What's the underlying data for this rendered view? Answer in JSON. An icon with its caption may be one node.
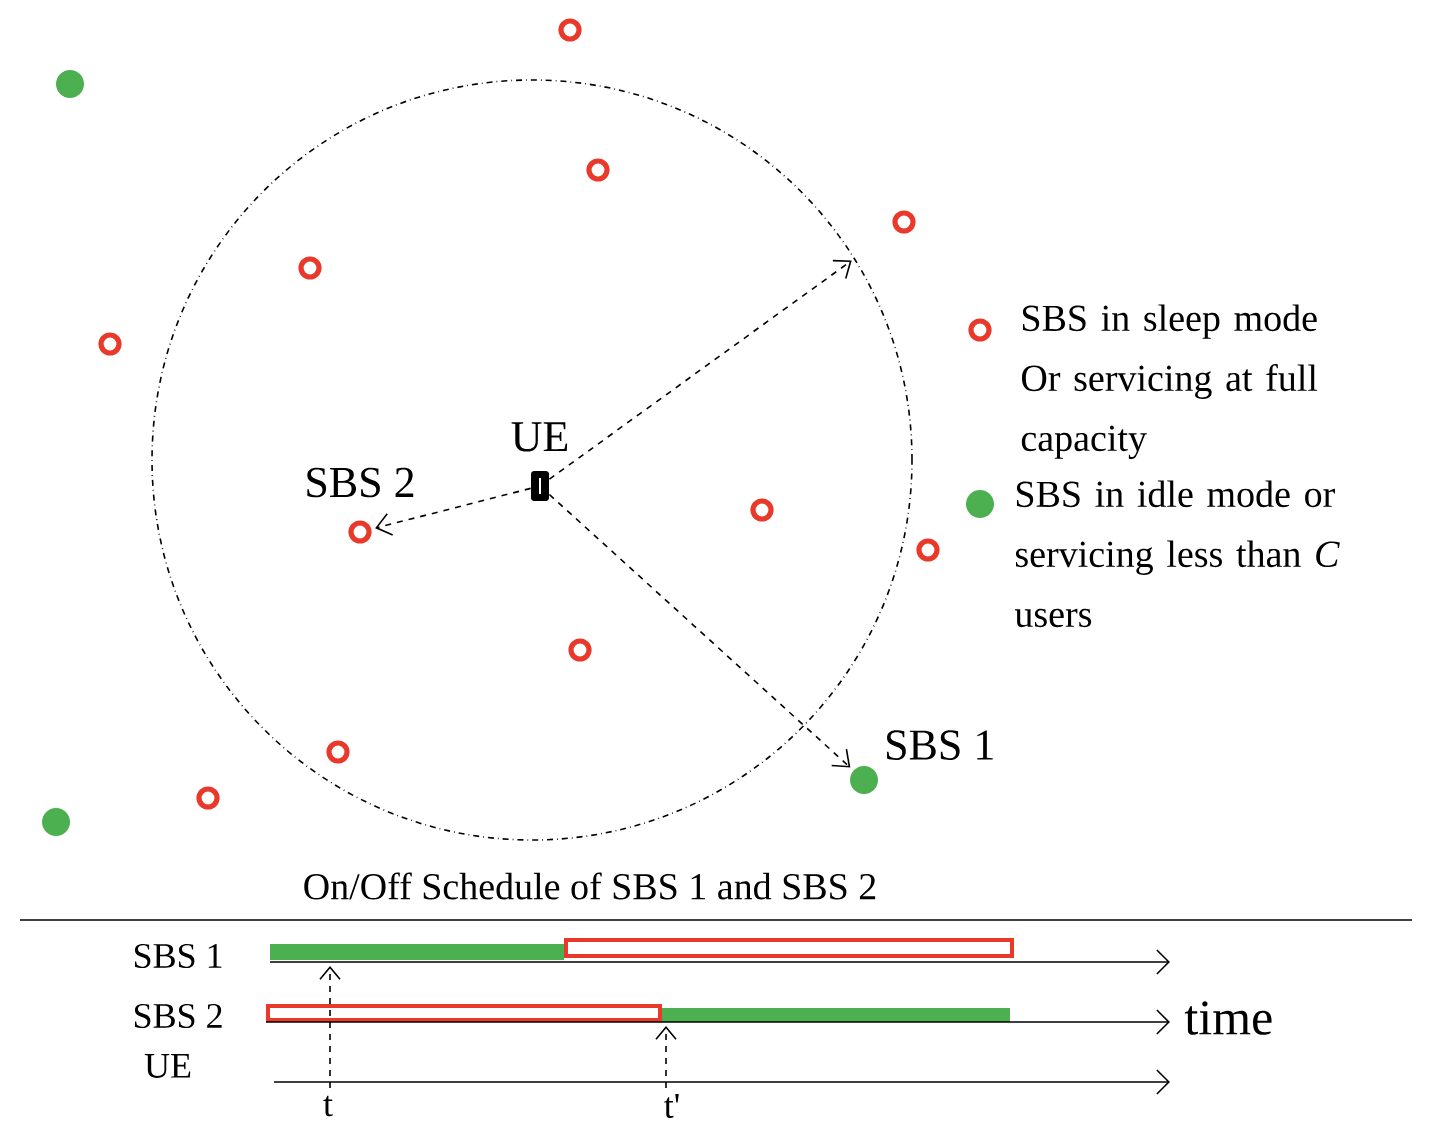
{
  "diagram": {
    "nodes": [
      {
        "text": [],
        "shape": "circle"
      },
      {
        "text": [],
        "shape": "circle"
      },
      {
        "text": [],
        "shape": "circle"
      },
      {
        "text": [],
        "shape": "circle",
        "in": 2
      },
      {
        "text": [],
        "shape": "circle"
      },
      {
        "text": [],
        "shape": "circle",
        "in": 2
      },
      {
        "text": [],
        "shape": "circle"
      },
      {
        "text": [
          "UE"
        ],
        "in": 2
      },
      {
        "text": [
          "SBS 2"
        ],
        "in": 2
      },
      {
        "text": [],
        "shape": "circle",
        "in": 2
      },
      {
        "text": [],
        "shape": "circle"
      },
      {
        "text": [],
        "shape": "circle",
        "in": 2
      },
      {
        "text": [
          "SBS 1"
        ]
      },
      {
        "text": [],
        "shape": "circle",
        "in": 2
      },
      {
        "text": [],
        "shape": "circle"
      },
      {
        "text": [],
        "shape": "circle"
      }
    ],
    "edges": [
      {
        "from": 7,
        "to": 2,
        "arrow": "to"
      },
      {
        "from": 7,
        "to": 8,
        "arrow": "to"
      },
      {
        "from": 7,
        "to": 12,
        "arrow": "to"
      }
    ],
    "labels": [
      "On/Off Schedule of SBS 1 and SBS 2",
      "SBS 1",
      "SBS 2",
      "time",
      "UE",
      "t",
      "t'"
    ],
    "legend": [
      {
        "text": "SBS in sleep mode Or servicing at full capacity"
      },
      {
        "text": "SBS in idle mode or servicing less than *C* users",
        "color": "#4caf50"
      }
    ]
  }
}
